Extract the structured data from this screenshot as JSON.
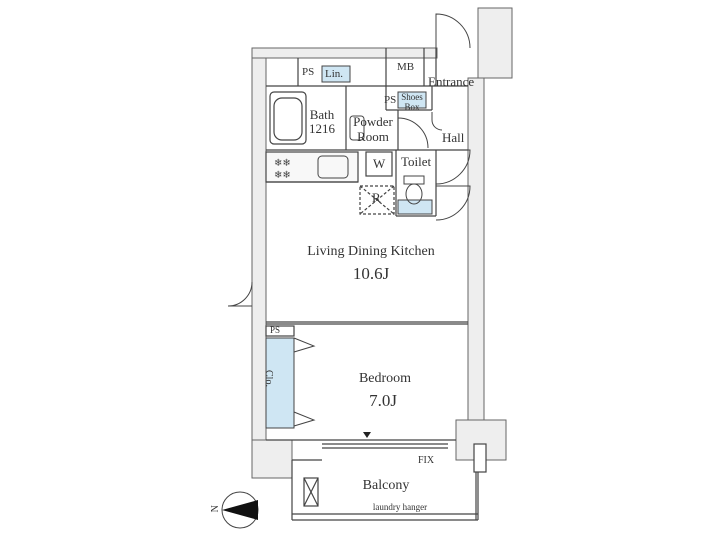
{
  "rooms": {
    "ps_top": "PS",
    "linen": "Lin.",
    "mb": "MB",
    "entrance": "Entrance",
    "ps_small": "PS",
    "shoes_box": "Shoes Box",
    "bath_name": "Bath",
    "bath_size": "1216",
    "powder_room": "Powder Room",
    "hall": "Hall",
    "washer": "W",
    "toilet": "Toilet",
    "fridge": "R",
    "ldk_name": "Living Dining Kitchen",
    "ldk_size": "10.6J",
    "ps_bedroom": "PS",
    "closet": "Clo.",
    "bedroom_name": "Bedroom",
    "bedroom_size": "7.0J",
    "fix": "FIX",
    "balcony": "Balcony",
    "laundry": "laundry hanger",
    "north": "N"
  },
  "colors": {
    "wall_fill": "#eeeeee",
    "wall_line": "#555555",
    "storage_fill": "#cfe6f3",
    "line": "#444444"
  }
}
